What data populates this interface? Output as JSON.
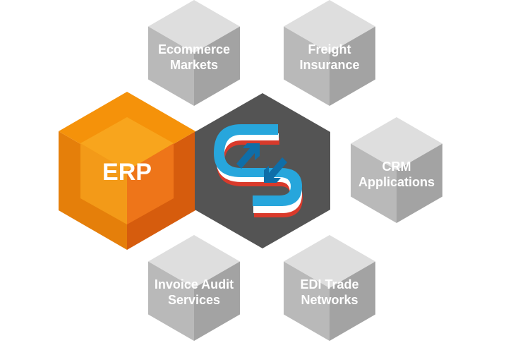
{
  "center": {
    "logo_icon": "sync-arrows-logo-icon"
  },
  "erp": {
    "label": "ERP"
  },
  "nodes": [
    {
      "id": "ecommerce",
      "line1": "Ecommerce",
      "line2": "Markets"
    },
    {
      "id": "freight",
      "line1": "Freight",
      "line2": "Insurance"
    },
    {
      "id": "crm",
      "line1": "CRM",
      "line2": "Applications"
    },
    {
      "id": "edi",
      "line1": "EDI Trade",
      "line2": "Networks"
    },
    {
      "id": "invoice",
      "line1": "Invoice Audit",
      "line2": "Services"
    }
  ],
  "colors": {
    "cube_top": "#dedede",
    "cube_left": "#b9b9b9",
    "cube_right": "#a3a3a3",
    "center_hex": "#545454",
    "erp_top": "#f5920a",
    "erp_left": "#e57f0a",
    "erp_right": "#d65c0d",
    "erp_inner_top": "#f8a51d",
    "erp_inner_left": "#f39a18",
    "erp_inner_right": "#ee7519",
    "logo_blue": "#27a6dc",
    "logo_blue_dark": "#0f6ea8",
    "logo_red": "#d93a2b",
    "logo_white": "#ffffff"
  }
}
